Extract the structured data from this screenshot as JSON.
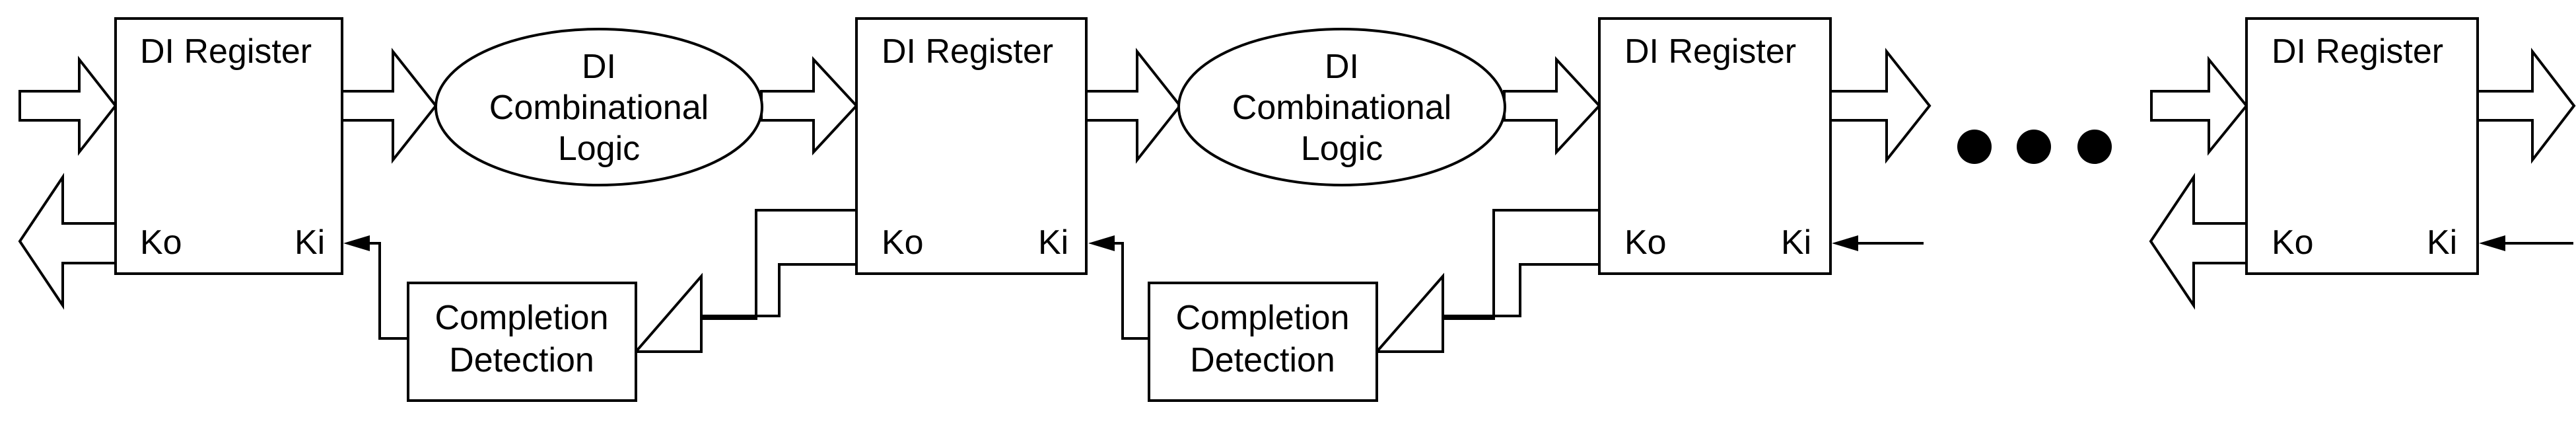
{
  "diagram": {
    "registers": [
      {
        "title": "DI Register",
        "ko": "Ko",
        "ki": "Ki"
      },
      {
        "title": "DI Register",
        "ko": "Ko",
        "ki": "Ki"
      },
      {
        "title": "DI Register",
        "ko": "Ko",
        "ki": "Ki"
      },
      {
        "title": "DI Register",
        "ko": "Ko",
        "ki": "Ki"
      }
    ],
    "logic_blocks": [
      {
        "line1": "DI",
        "line2": "Combinational",
        "line3": "Logic"
      },
      {
        "line1": "DI",
        "line2": "Combinational",
        "line3": "Logic"
      }
    ],
    "completion_blocks": [
      {
        "line1": "Completion",
        "line2": "Detection"
      },
      {
        "line1": "Completion",
        "line2": "Detection"
      }
    ],
    "colors": {
      "stroke": "#000000",
      "fill": "#ffffff"
    },
    "continuation": "ellipsis-dots"
  }
}
